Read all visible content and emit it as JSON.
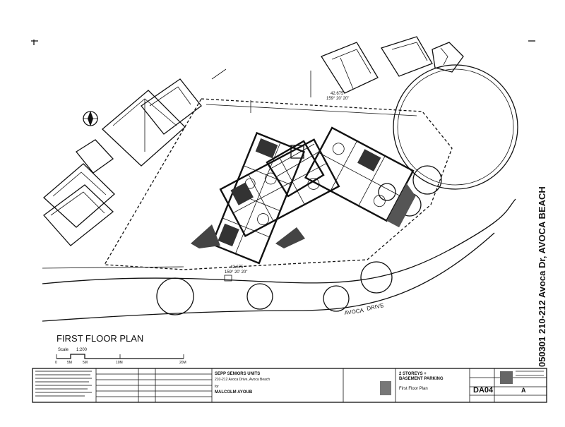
{
  "drawing": {
    "title": "FIRST FLOOR PLAN",
    "scale_label": "Scale",
    "scale_ratio": "1:200",
    "scale_ticks": [
      "0",
      "5M",
      "5M",
      "10M",
      "20M"
    ],
    "side_title": "050301 210-212 Avoca Dr, AVOCA BEACH"
  },
  "site": {
    "street_name": "AVOCA",
    "street_suffix": "DRIVE",
    "boundary_top_dim": "42.675",
    "boundary_top_bearing": "159° 20' 20\"",
    "boundary_bottom_dim": "42.675",
    "boundary_bottom_bearing": "159° 20' 20\""
  },
  "title_block": {
    "project_line1": "SEPP SENIORS UNITS",
    "project_line2": "210-212 Avoca Drive, Avoca Beach",
    "for_label": "for",
    "client": "MALCOLM AYOUB",
    "description_line1": "2 STOREYS +",
    "description_line2": "BASEMENT PARKING",
    "sheet_name": "First Floor Plan",
    "drawing_number": "DA04",
    "revision": "A"
  }
}
